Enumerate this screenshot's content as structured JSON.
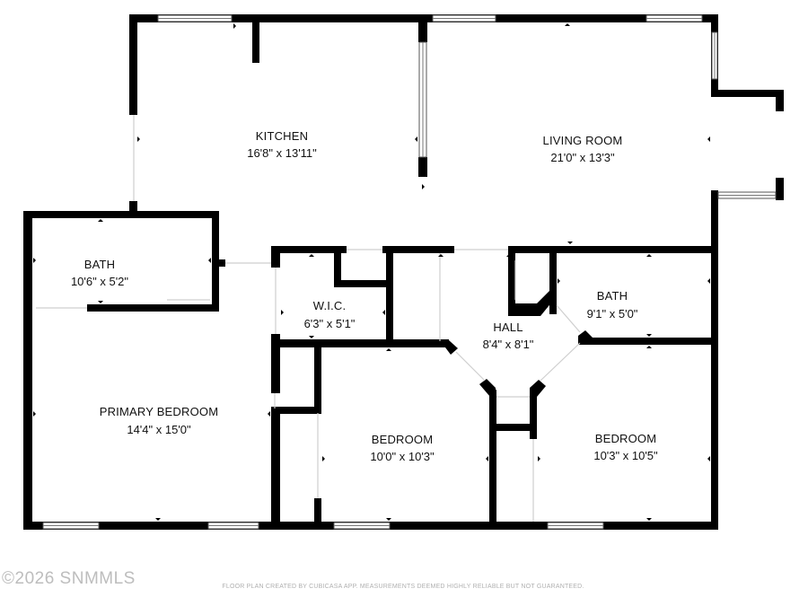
{
  "rooms": {
    "kitchen": {
      "name": "KITCHEN",
      "dims": "16'8\" x 13'11\""
    },
    "living_room": {
      "name": "LIVING ROOM",
      "dims": "21'0\" x 13'3\""
    },
    "bath_primary": {
      "name": "BATH",
      "dims": "10'6\" x 5'2\""
    },
    "wic": {
      "name": "W.I.C.",
      "dims": "6'3\" x 5'1\""
    },
    "hall": {
      "name": "HALL",
      "dims": "8'4\" x 8'1\""
    },
    "bath_hall": {
      "name": "BATH",
      "dims": "9'1\" x 5'0\""
    },
    "primary_bedroom": {
      "name": "PRIMARY BEDROOM",
      "dims": "14'4\" x 15'0\""
    },
    "bedroom_1": {
      "name": "BEDROOM",
      "dims": "10'0\" x 10'3\""
    },
    "bedroom_2": {
      "name": "BEDROOM",
      "dims": "10'3\" x 10'5\""
    }
  },
  "footer": {
    "disclaimer": "FLOOR PLAN CREATED BY CUBICASA APP. MEASUREMENTS DEEMED HIGHLY RELIABLE BUT NOT GUARANTEED.",
    "watermark": "©2026 SNMMLS"
  },
  "colors": {
    "wall": "#000000",
    "background": "#ffffff",
    "watermark": "#bdbdbd"
  }
}
